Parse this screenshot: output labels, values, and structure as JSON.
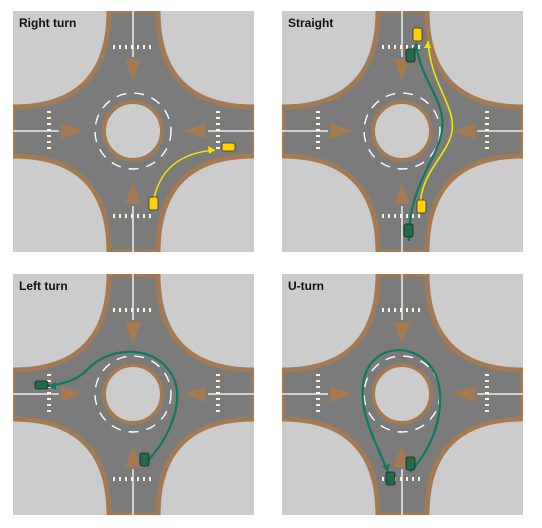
{
  "colors": {
    "background": "#cccccc",
    "road": "#7b7b7b",
    "curb": "#a47a52",
    "splitter": "#a47a52",
    "crosswalk": "#ffffff",
    "yellow_vehicle": "#ffd200",
    "green_vehicle": "#1f6b4a",
    "yellow_path": "#f2e600",
    "green_path": "#0c7a5c"
  },
  "panels": [
    {
      "id": "right-turn",
      "title": "Right turn",
      "path_color": "yellow",
      "vehicle_color": "yellow"
    },
    {
      "id": "straight",
      "title": "Straight",
      "path_color": "mixed",
      "vehicle_color": "mixed"
    },
    {
      "id": "left-turn",
      "title": "Left turn",
      "path_color": "green",
      "vehicle_color": "green"
    },
    {
      "id": "u-turn",
      "title": "U-turn",
      "path_color": "green",
      "vehicle_color": "green"
    }
  ]
}
